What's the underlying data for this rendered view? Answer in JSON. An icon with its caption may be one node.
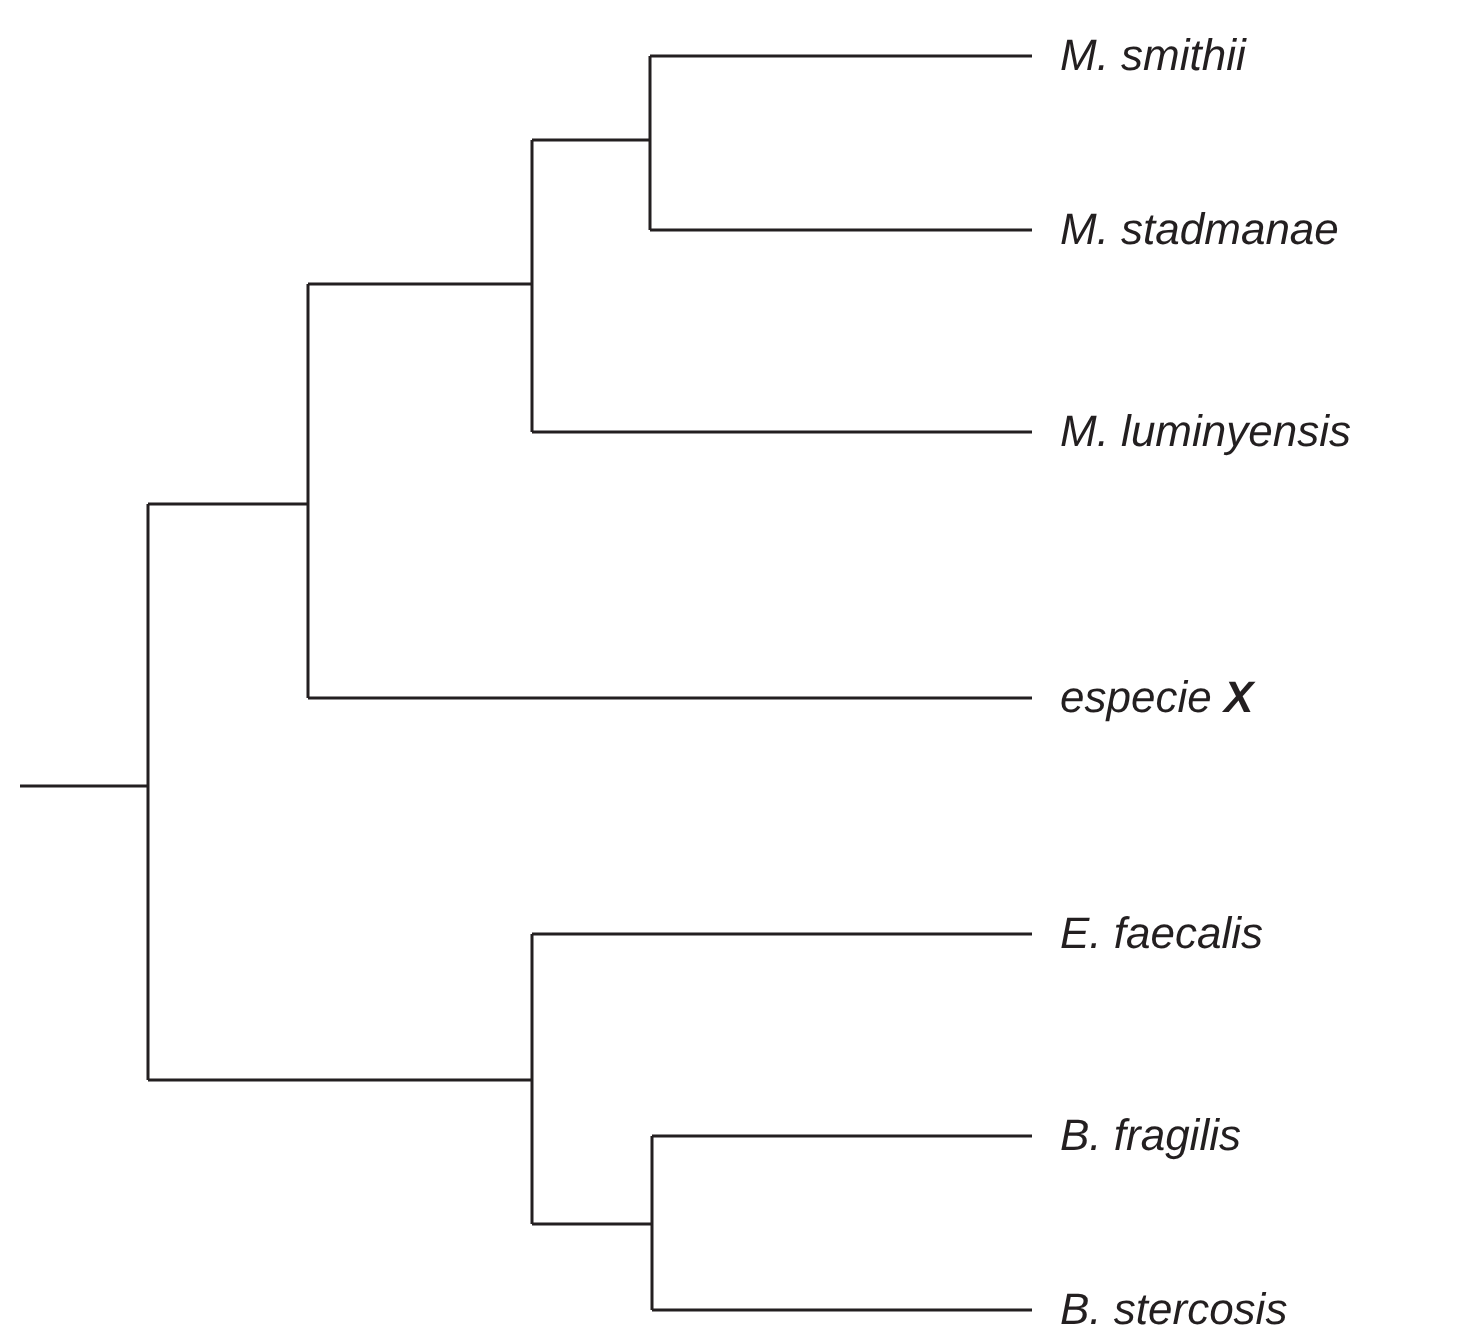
{
  "diagram": {
    "nodes": [
      {
        "text": [
          "M. smithii"
        ]
      },
      {
        "text": [
          "M. stadmanae"
        ]
      },
      {
        "text": [
          "M. luminyensis"
        ]
      },
      {
        "text": [
          "especie **X**"
        ]
      },
      {
        "text": [
          "E. faecalis"
        ]
      },
      {
        "text": [
          "B. fragilis"
        ]
      },
      {
        "text": [
          "B. stercosis"
        ]
      }
    ],
    "edges": [
      {
        "from": null,
        "to": 0,
        "arrow": "none"
      },
      {
        "from": null,
        "to": 1,
        "arrow": "none"
      },
      {
        "from": null,
        "to": 2,
        "arrow": "none"
      },
      {
        "from": null,
        "to": 3,
        "arrow": "none"
      },
      {
        "from": null,
        "to": 4,
        "arrow": "none"
      },
      {
        "from": null,
        "to": 5,
        "arrow": "none"
      },
      {
        "from": null,
        "to": 6,
        "arrow": "none"
      }
    ]
  }
}
